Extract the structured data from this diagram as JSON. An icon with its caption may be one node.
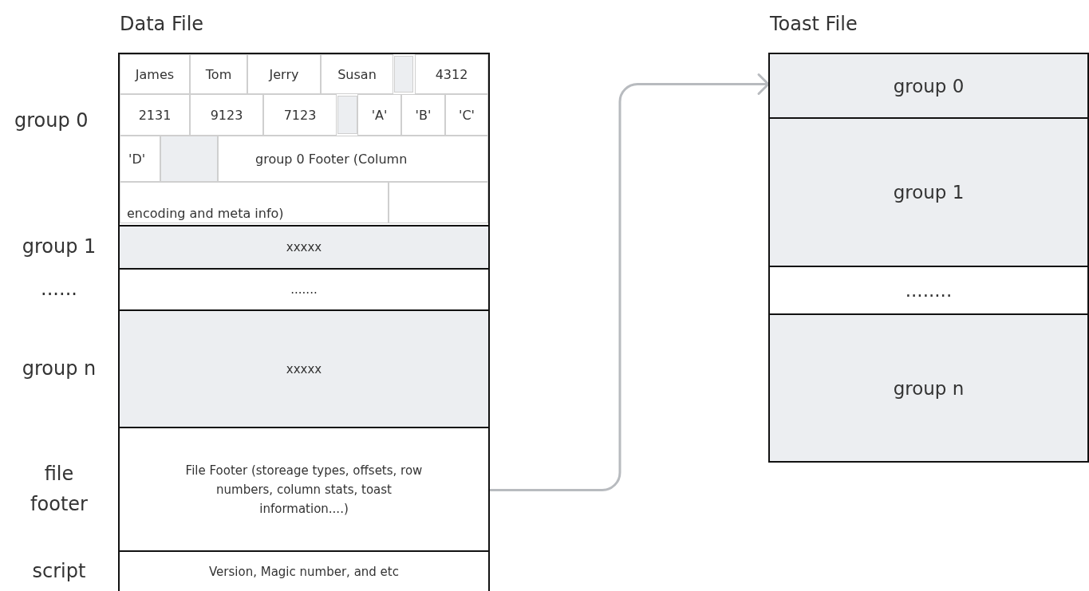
{
  "diagram": {
    "nodes": [
      {
        "text": [
          "Data File"
        ]
      },
      {
        "text": [
          "James"
        ],
        "in": 0
      },
      {
        "text": [
          "Tom"
        ],
        "in": 0
      },
      {
        "text": [
          "Jerry"
        ],
        "in": 0
      },
      {
        "text": [
          "Susan"
        ],
        "in": 0
      },
      {
        "text": [],
        "shape": "box",
        "in": 0
      },
      {
        "text": [
          "4312"
        ],
        "in": 0
      },
      {
        "text": [
          "2131"
        ],
        "in": 0
      },
      {
        "text": [
          "9123"
        ],
        "in": 0
      },
      {
        "text": [
          "7123"
        ],
        "in": 0
      },
      {
        "text": [],
        "shape": "box",
        "in": 0
      },
      {
        "text": [
          "'A'"
        ],
        "in": 0
      },
      {
        "text": [
          "'B'"
        ],
        "in": 0
      },
      {
        "text": [
          "'C'"
        ],
        "in": 0
      },
      {
        "text": [
          "'D'"
        ],
        "in": 0
      },
      {
        "text": [],
        "shape": "box",
        "in": 0
      },
      {
        "text": [
          "group 0 Footer (Column"
        ],
        "in": 0
      },
      {
        "text": [
          "encoding and meta info)"
        ],
        "in": 0
      },
      {
        "text": [],
        "shape": "box",
        "in": 0
      },
      {
        "text": [
          "xxxxx"
        ],
        "in": 0,
        "beside": [
          "group 1"
        ]
      },
      {
        "text": [
          "......."
        ],
        "in": 0,
        "beside": [
          "......"
        ]
      },
      {
        "text": [
          "xxxxx"
        ],
        "in": 0,
        "beside": [
          "group n"
        ]
      },
      {
        "text": [
          "File Footer (storeage types, offsets, row numbers, column stats,  toast information....)"
        ],
        "in": 0,
        "beside": [
          "file footer"
        ]
      },
      {
        "text": [
          "Version, Magic number, and etc"
        ],
        "in": 0,
        "beside": [
          "script"
        ]
      },
      {
        "text": [
          "Toast File"
        ]
      },
      {
        "text": [
          "group 0"
        ],
        "in": 24
      },
      {
        "text": [
          "group 1"
        ],
        "in": 24
      },
      {
        "text": [
          "........"
        ],
        "in": 24
      },
      {
        "text": [
          "group n"
        ],
        "in": 24
      }
    ],
    "edges": [
      {
        "from": 22,
        "to": 25,
        "arrow": "to",
        "color": "#b8bbbf"
      }
    ],
    "labels": [
      "group 0"
    ]
  }
}
